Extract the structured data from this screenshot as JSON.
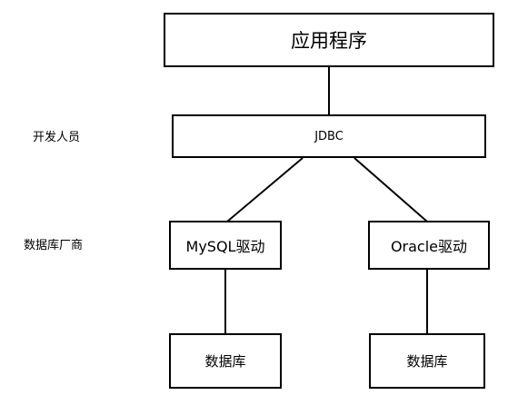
{
  "labels": {
    "developer": "开发人员",
    "vendor": "数据库厂商"
  },
  "nodes": {
    "app": "应用程序",
    "jdbc": "JDBC",
    "mysql_driver": "MySQL驱动",
    "oracle_driver": "Oracle驱动",
    "mysql_db": "数据库",
    "oracle_db": "数据库"
  }
}
